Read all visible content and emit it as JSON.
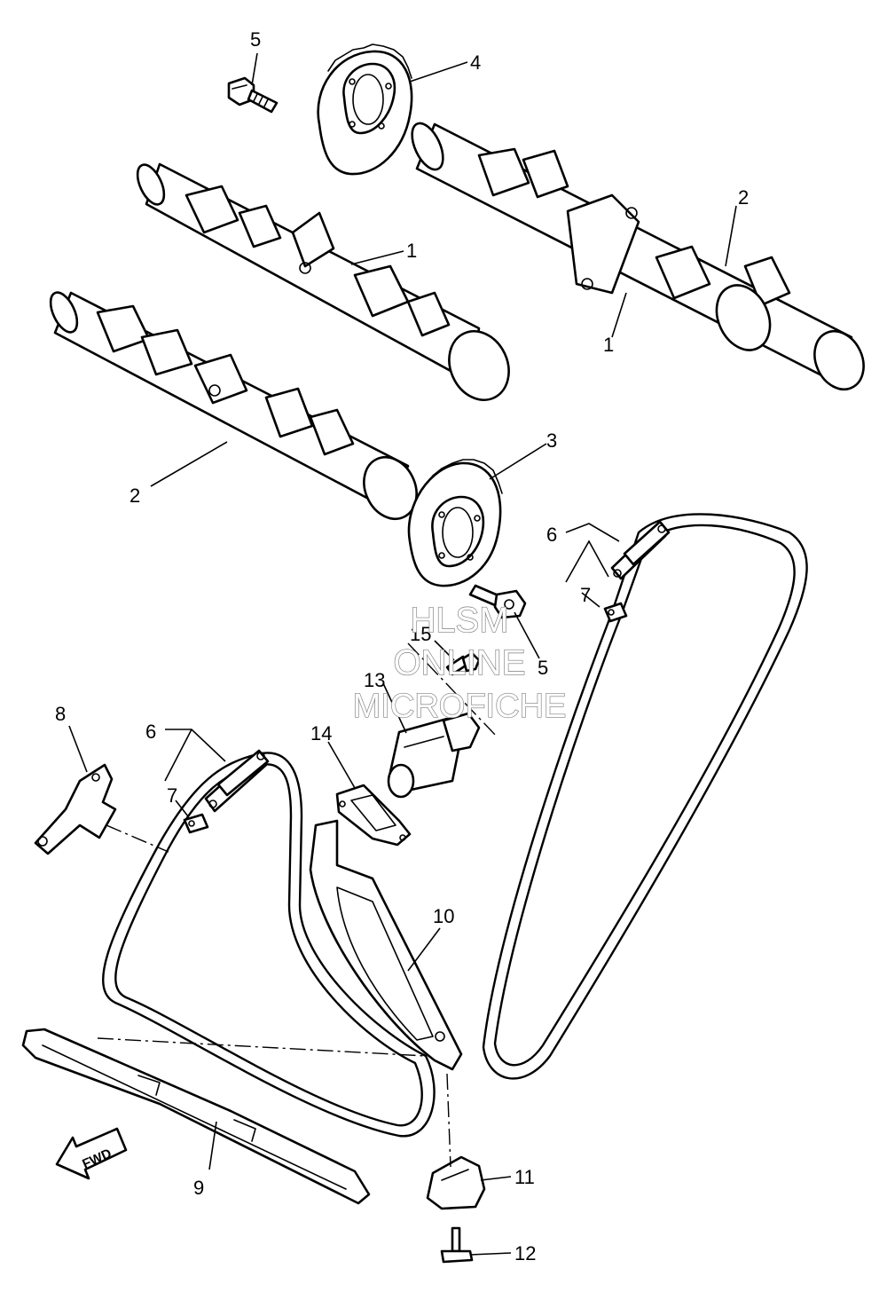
{
  "watermark": {
    "line1": "HLSM",
    "line2": "ONLINE",
    "line3": "MICROFICHE"
  },
  "direction_arrow": {
    "label": "FWD"
  },
  "callouts": [
    {
      "id": "c1a",
      "text": "1"
    },
    {
      "id": "c1b",
      "text": "1"
    },
    {
      "id": "c2a",
      "text": "2"
    },
    {
      "id": "c2b",
      "text": "2"
    },
    {
      "id": "c3",
      "text": "3"
    },
    {
      "id": "c4",
      "text": "4"
    },
    {
      "id": "c5a",
      "text": "5"
    },
    {
      "id": "c5b",
      "text": "5"
    },
    {
      "id": "c6a",
      "text": "6"
    },
    {
      "id": "c6b",
      "text": "6"
    },
    {
      "id": "c7a",
      "text": "7"
    },
    {
      "id": "c7b",
      "text": "7"
    },
    {
      "id": "c8",
      "text": "8"
    },
    {
      "id": "c9",
      "text": "9"
    },
    {
      "id": "c10",
      "text": "10"
    },
    {
      "id": "c11",
      "text": "11"
    },
    {
      "id": "c12",
      "text": "12"
    },
    {
      "id": "c13",
      "text": "13"
    },
    {
      "id": "c14",
      "text": "14"
    },
    {
      "id": "c15",
      "text": "15"
    }
  ]
}
